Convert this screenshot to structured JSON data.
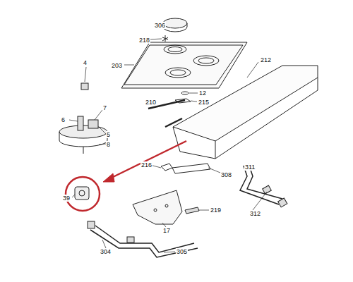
{
  "diagram": {
    "labels": [
      "306",
      "218",
      "203",
      "4",
      "12",
      "215",
      "212",
      "210",
      "7",
      "6",
      "5",
      "8",
      "216",
      "308",
      "311",
      "39",
      "219",
      "17",
      "312",
      "304",
      "305"
    ]
  }
}
